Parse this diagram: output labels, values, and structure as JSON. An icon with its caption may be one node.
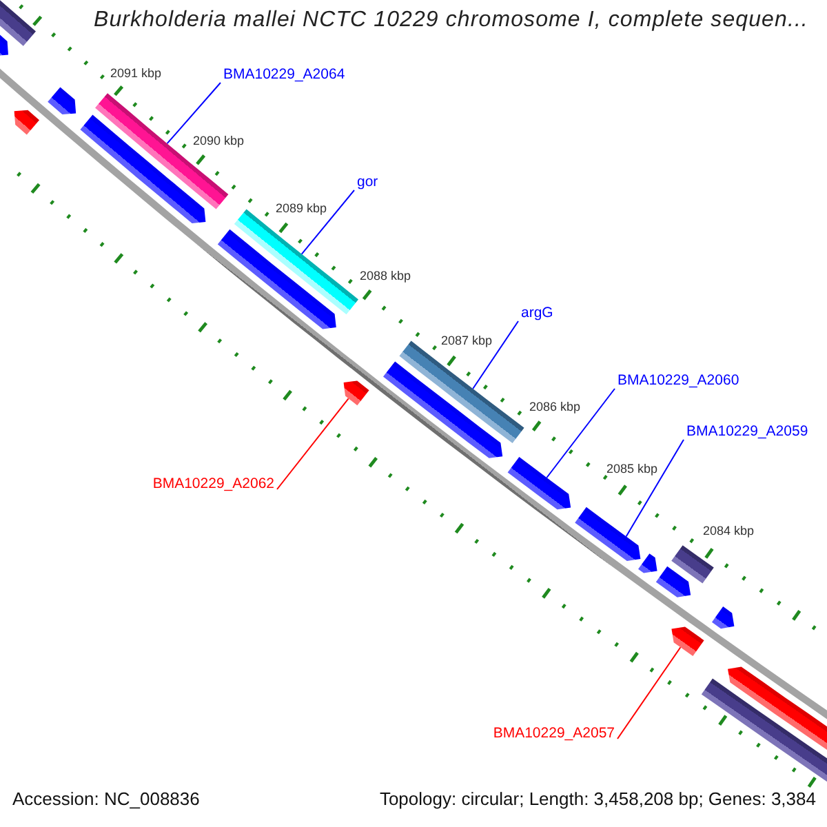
{
  "diagram": {
    "title": "Burkholderia mallei NCTC 10229 chromosome I, complete sequen...",
    "nodes": [
      {
        "text": [],
        "shape": "bar"
      },
      {
        "text": [],
        "shape": "pentagon"
      },
      {
        "text": [],
        "shape": "pentagon"
      },
      {
        "text": [
          "BMA10229_A2064"
        ]
      },
      {
        "text": [],
        "shape": "bar"
      },
      {
        "text": [],
        "shape": "pentagon"
      },
      {
        "text": [],
        "shape": "pentagon"
      },
      {
        "text": [
          "gor"
        ]
      },
      {
        "text": [],
        "shape": "bar"
      },
      {
        "text": [],
        "shape": "pentagon"
      },
      {
        "text": [
          "argG"
        ]
      },
      {
        "text": [],
        "shape": "bar"
      },
      {
        "text": [],
        "shape": "pentagon"
      },
      {
        "text": [
          "BMA10229_A2060"
        ]
      },
      {
        "text": [],
        "shape": "pentagon"
      },
      {
        "text": [
          "BMA10229_A2059"
        ]
      },
      {
        "text": [],
        "shape": "pentagon"
      },
      {
        "text": [
          "BMA10229_A2062"
        ]
      },
      {
        "text": [],
        "shape": "pentagon"
      },
      {
        "text": [],
        "shape": "bar"
      },
      {
        "text": [],
        "shape": "pentagon"
      },
      {
        "text": [],
        "shape": "pentagon"
      },
      {
        "text": [],
        "shape": "pentagon"
      },
      {
        "text": [],
        "shape": "pentagon"
      },
      {
        "text": [],
        "shape": "pentagon"
      },
      {
        "text": [],
        "shape": "bar"
      },
      {
        "text": [
          "BMA10229_A2057"
        ]
      }
    ],
    "edges": [
      {
        "from": 3,
        "to": 4,
        "arrow": "none"
      },
      {
        "from": 7,
        "to": 8,
        "arrow": "none"
      },
      {
        "from": 10,
        "to": 11,
        "arrow": "none"
      },
      {
        "from": 13,
        "to": 16,
        "arrow": "none"
      },
      {
        "from": 15,
        "to": 18,
        "arrow": "none"
      },
      {
        "from": 17,
        "to": 14,
        "arrow": "none",
        "color": "#ff0000"
      },
      {
        "from": 26,
        "to": 23,
        "arrow": "none",
        "color": "#ff0000"
      }
    ],
    "labels": [
      "2091 kbp",
      "2090 kbp",
      "2089 kbp",
      "2088 kbp",
      "2087 kbp",
      "2086 kbp",
      "2085 kbp",
      "2084 kbp",
      "Accession: NC_008836",
      "Topology: circular; Length: 3,458,208 bp; Genes: 3,384"
    ]
  }
}
